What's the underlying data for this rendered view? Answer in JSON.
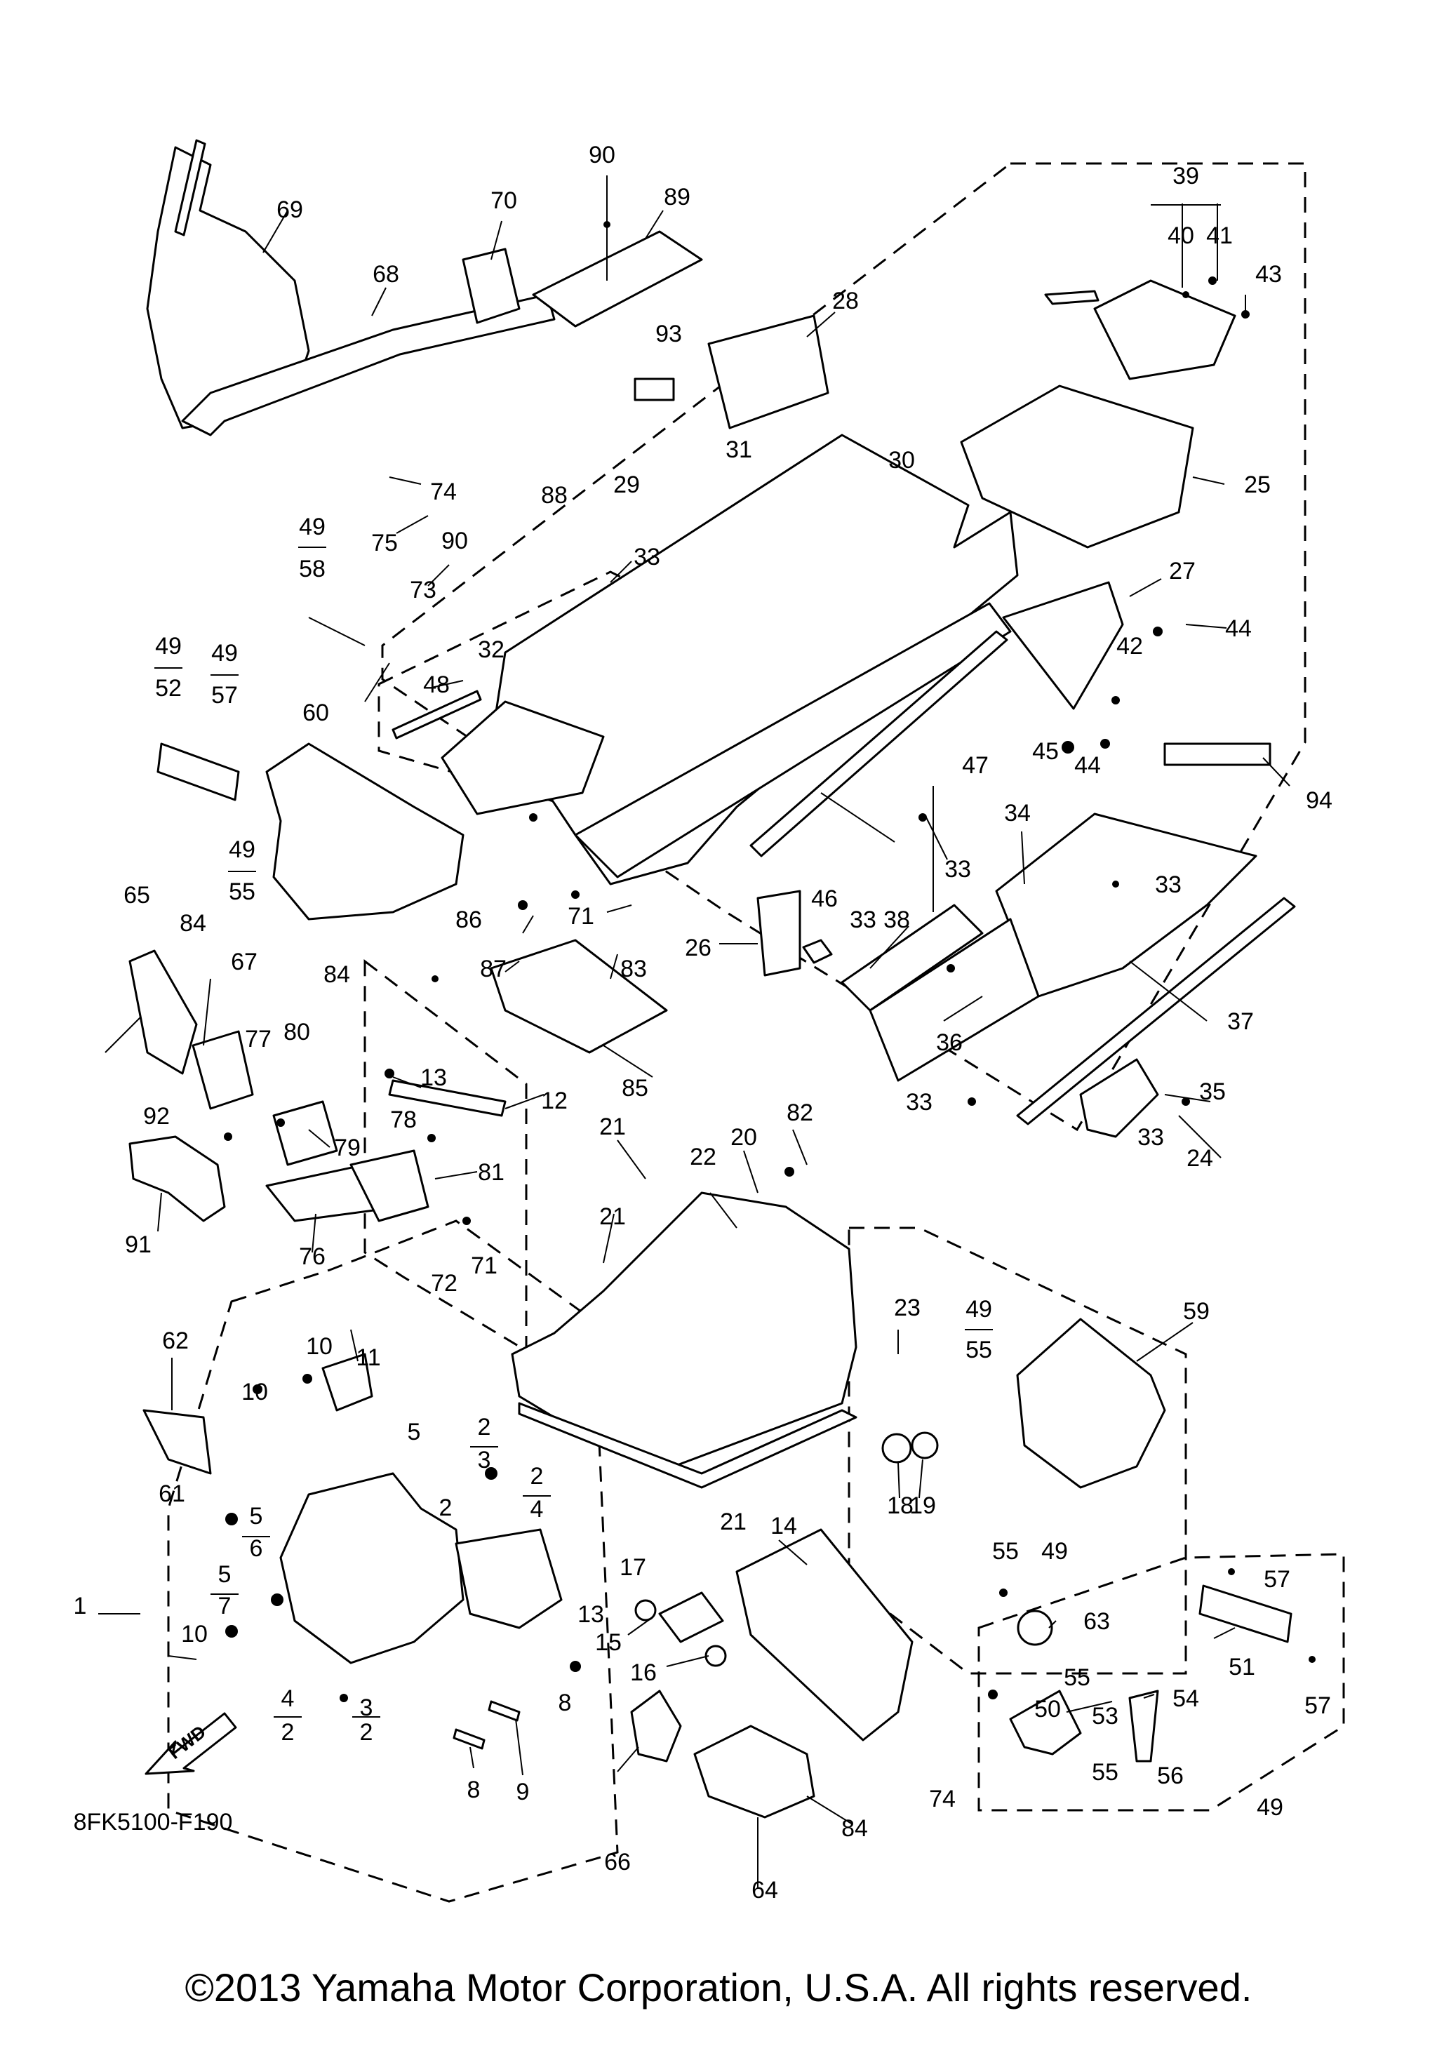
{
  "diagram_code": "8FK5100-F190",
  "fwd_label": "FWD",
  "copyright": "©2013 Yamaha Motor Corporation, U.S.A. All rights reserved.",
  "callouts": {
    "c1": "1",
    "c2a": "2",
    "c2b": "2",
    "c2c": "2",
    "c2d": "2",
    "c2e": "2",
    "c3a": "3",
    "c3b": "3",
    "c3c": "3",
    "c4a": "4",
    "c4b": "4",
    "c4c": "4",
    "c5a": "5",
    "c5b": "5",
    "c5c": "5",
    "c6": "6",
    "c7": "7",
    "c8a": "8",
    "c8b": "8",
    "c9": "9",
    "c10a": "10",
    "c10b": "10",
    "c10c": "10",
    "c11": "11",
    "c12": "12",
    "c13a": "13",
    "c13b": "13",
    "c14": "14",
    "c15": "15",
    "c16": "16",
    "c17": "17",
    "c18": "18",
    "c19": "19",
    "c20": "20",
    "c21a": "21",
    "c21b": "21",
    "c21c": "21",
    "c22": "22",
    "c23": "23",
    "c24": "24",
    "c25": "25",
    "c26": "26",
    "c27": "27",
    "c28": "28",
    "c29": "29",
    "c30": "30",
    "c31": "31",
    "c32": "32",
    "c33a": "33",
    "c33b": "33",
    "c33c": "33",
    "c33d": "33",
    "c33e": "33",
    "c33f": "33",
    "c34": "34",
    "c35": "35",
    "c36": "36",
    "c37": "37",
    "c38": "38",
    "c39": "39",
    "c40": "40",
    "c41": "41",
    "c42": "42",
    "c43": "43",
    "c44a": "44",
    "c44b": "44",
    "c45": "45",
    "c46": "46",
    "c47": "47",
    "c48": "48",
    "c49a": "49",
    "c49b": "49",
    "c49c": "49",
    "c49d": "49",
    "c49e": "49",
    "c49f": "49",
    "c49g": "49",
    "c50": "50",
    "c51": "51",
    "c52": "52",
    "c53": "53",
    "c54": "54",
    "c55a": "55",
    "c55b": "55",
    "c55c": "55",
    "c55d": "55",
    "c55e": "55",
    "c56": "56",
    "c57a": "57",
    "c57b": "57",
    "c57c": "57",
    "c58": "58",
    "c59": "59",
    "c60": "60",
    "c61": "61",
    "c62": "62",
    "c63": "63",
    "c64": "64",
    "c65": "65",
    "c66": "66",
    "c67": "67",
    "c68": "68",
    "c69": "69",
    "c70": "70",
    "c71a": "71",
    "c71b": "71",
    "c72": "72",
    "c73": "73",
    "c74a": "74",
    "c74b": "74",
    "c75": "75",
    "c76": "76",
    "c77": "77",
    "c78": "78",
    "c79": "79",
    "c80": "80",
    "c81": "81",
    "c82": "82",
    "c83": "83",
    "c84a": "84",
    "c84b": "84",
    "c84c": "84",
    "c85": "85",
    "c86": "86",
    "c87": "87",
    "c88": "88",
    "c89": "89",
    "c90a": "90",
    "c90b": "90",
    "c91": "91",
    "c92": "92",
    "c93": "93",
    "c94": "94"
  }
}
